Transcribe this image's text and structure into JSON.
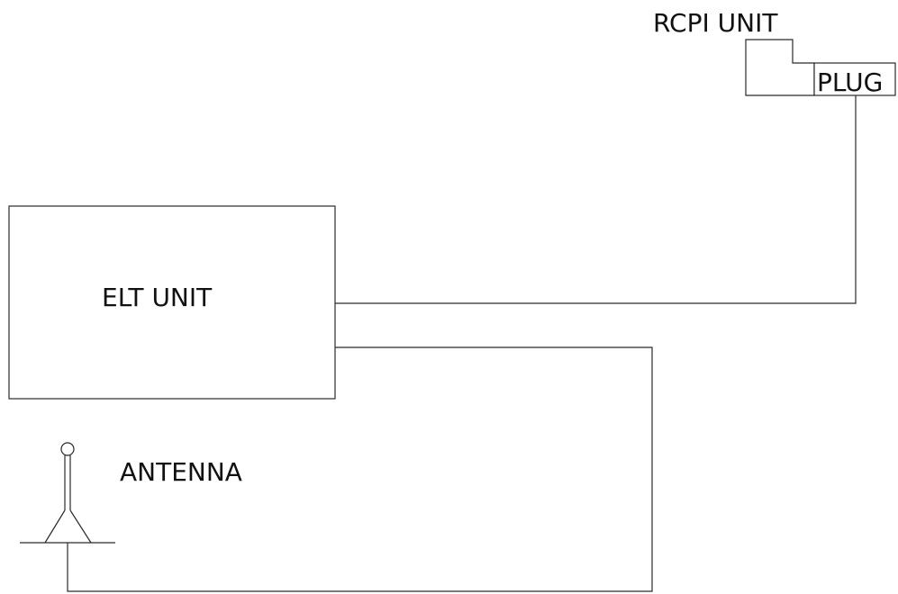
{
  "labels": {
    "rcpi_unit": "RCPI UNIT",
    "plug": "PLUG",
    "elt_unit": "ELT UNIT",
    "antenna": "ANTENNA"
  },
  "colors": {
    "line": "#2a2a2a",
    "text": "#111111",
    "background": "#ffffff"
  }
}
